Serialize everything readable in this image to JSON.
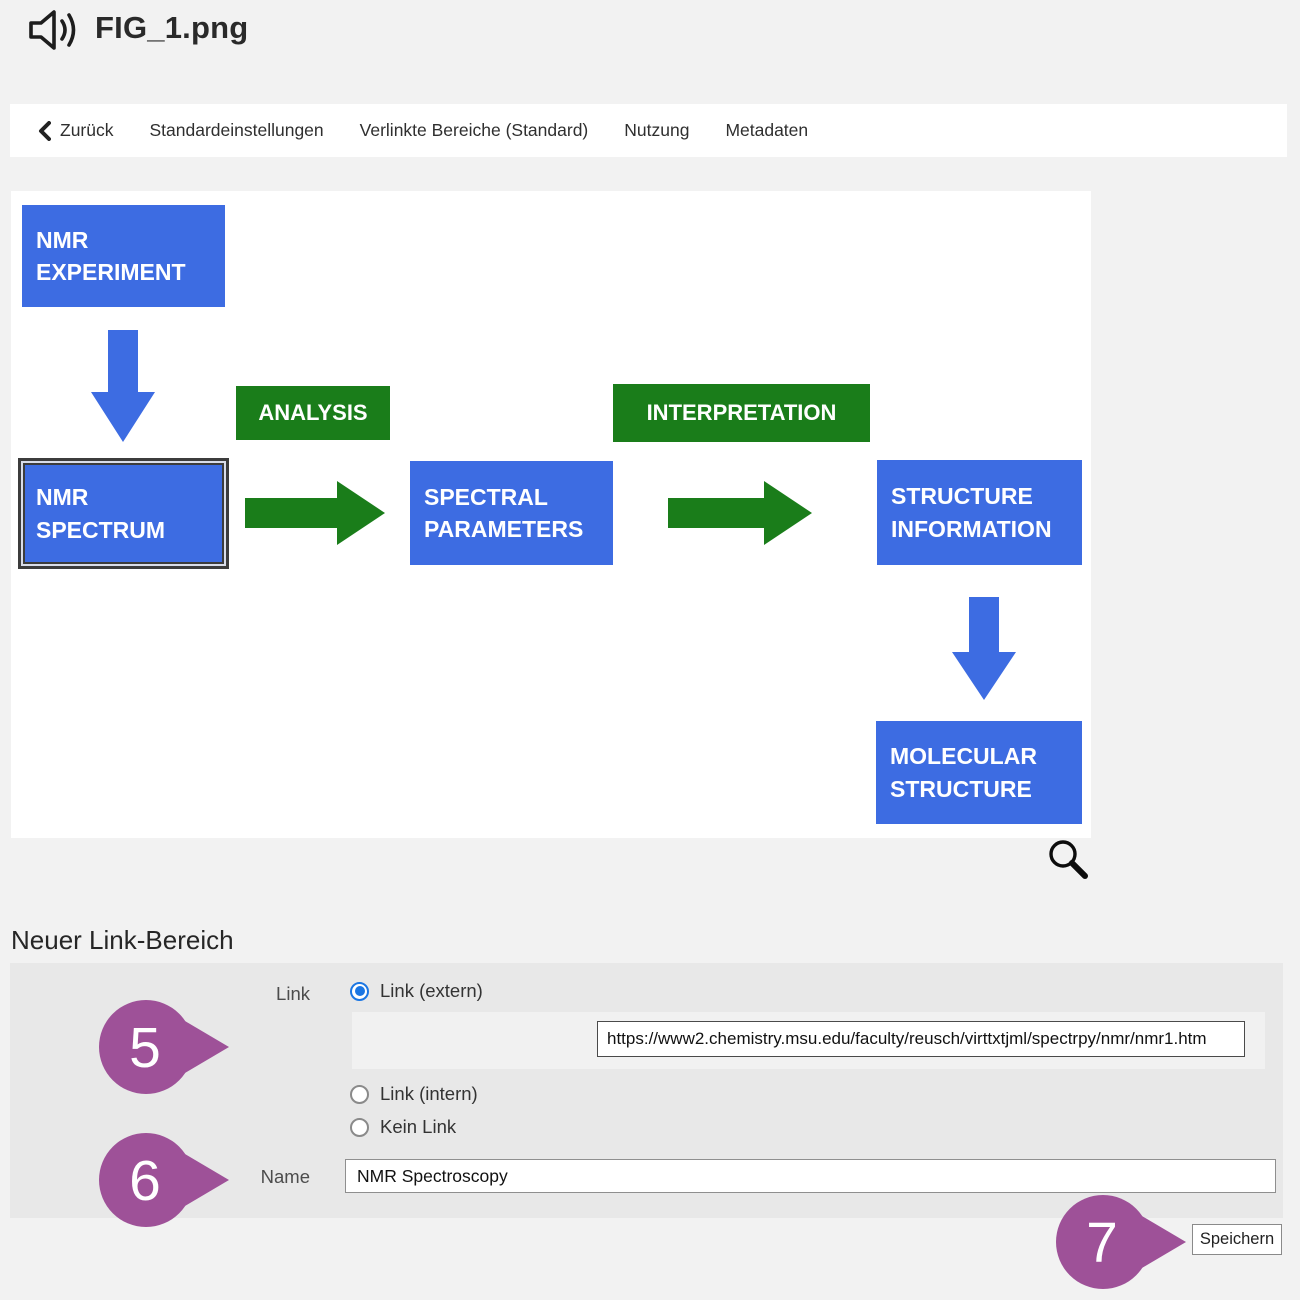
{
  "window": {
    "title": "FIG_1.png"
  },
  "nav": {
    "back_label": "Zurück",
    "items": [
      "Standardeinstellungen",
      "Verlinkte Bereiche (Standard)",
      "Nutzung",
      "Metadaten"
    ]
  },
  "figure": {
    "boxes": [
      {
        "name": "nmr-experiment",
        "type": "blue",
        "lines": [
          "NMR",
          "EXPERIMENT"
        ]
      },
      {
        "name": "analysis",
        "type": "green",
        "lines": [
          "ANALYSIS"
        ]
      },
      {
        "name": "nmr-spectrum",
        "type": "blue",
        "lines": [
          "NMR",
          "SPECTRUM"
        ],
        "selected": true
      },
      {
        "name": "spectral-parameters",
        "type": "blue",
        "lines": [
          "SPECTRAL",
          "PARAMETERS"
        ]
      },
      {
        "name": "interpretation",
        "type": "green",
        "lines": [
          "INTERPRETATION"
        ]
      },
      {
        "name": "structure-information",
        "type": "blue",
        "lines": [
          "STRUCTURE",
          "INFORMATION"
        ]
      },
      {
        "name": "molecular-structure",
        "type": "blue",
        "lines": [
          "MOLECULAR",
          "STRUCTURE"
        ]
      }
    ]
  },
  "link_section": {
    "heading": "Neuer Link-Bereich",
    "link_label": "Link",
    "options": [
      {
        "label": "Link (extern)",
        "selected": true
      },
      {
        "label": "Link (intern)",
        "selected": false
      },
      {
        "label": "Kein Link",
        "selected": false
      }
    ],
    "url_value": "https://www2.chemistry.msu.edu/faculty/reusch/virttxtjml/spectrpy/nmr/nmr1.htm",
    "name_label": "Name",
    "name_value": "NMR Spectroscopy",
    "save_label": "Speichern"
  },
  "annotations": {
    "markers": [
      {
        "number": "5"
      },
      {
        "number": "6"
      },
      {
        "number": "7"
      }
    ],
    "marker_color": "#9e5198"
  },
  "colors": {
    "box_blue": "#3d6ce2",
    "box_green": "#1a7d1a",
    "radio_selected_blue": "#1b76e3",
    "marker_purple": "#9e5198",
    "page_background": "#f2f2f2",
    "panel_background": "#e8e8e8"
  },
  "icons": {
    "audio": "speaker-icon",
    "back": "chevron-left-icon",
    "zoom": "magnifier-icon"
  }
}
